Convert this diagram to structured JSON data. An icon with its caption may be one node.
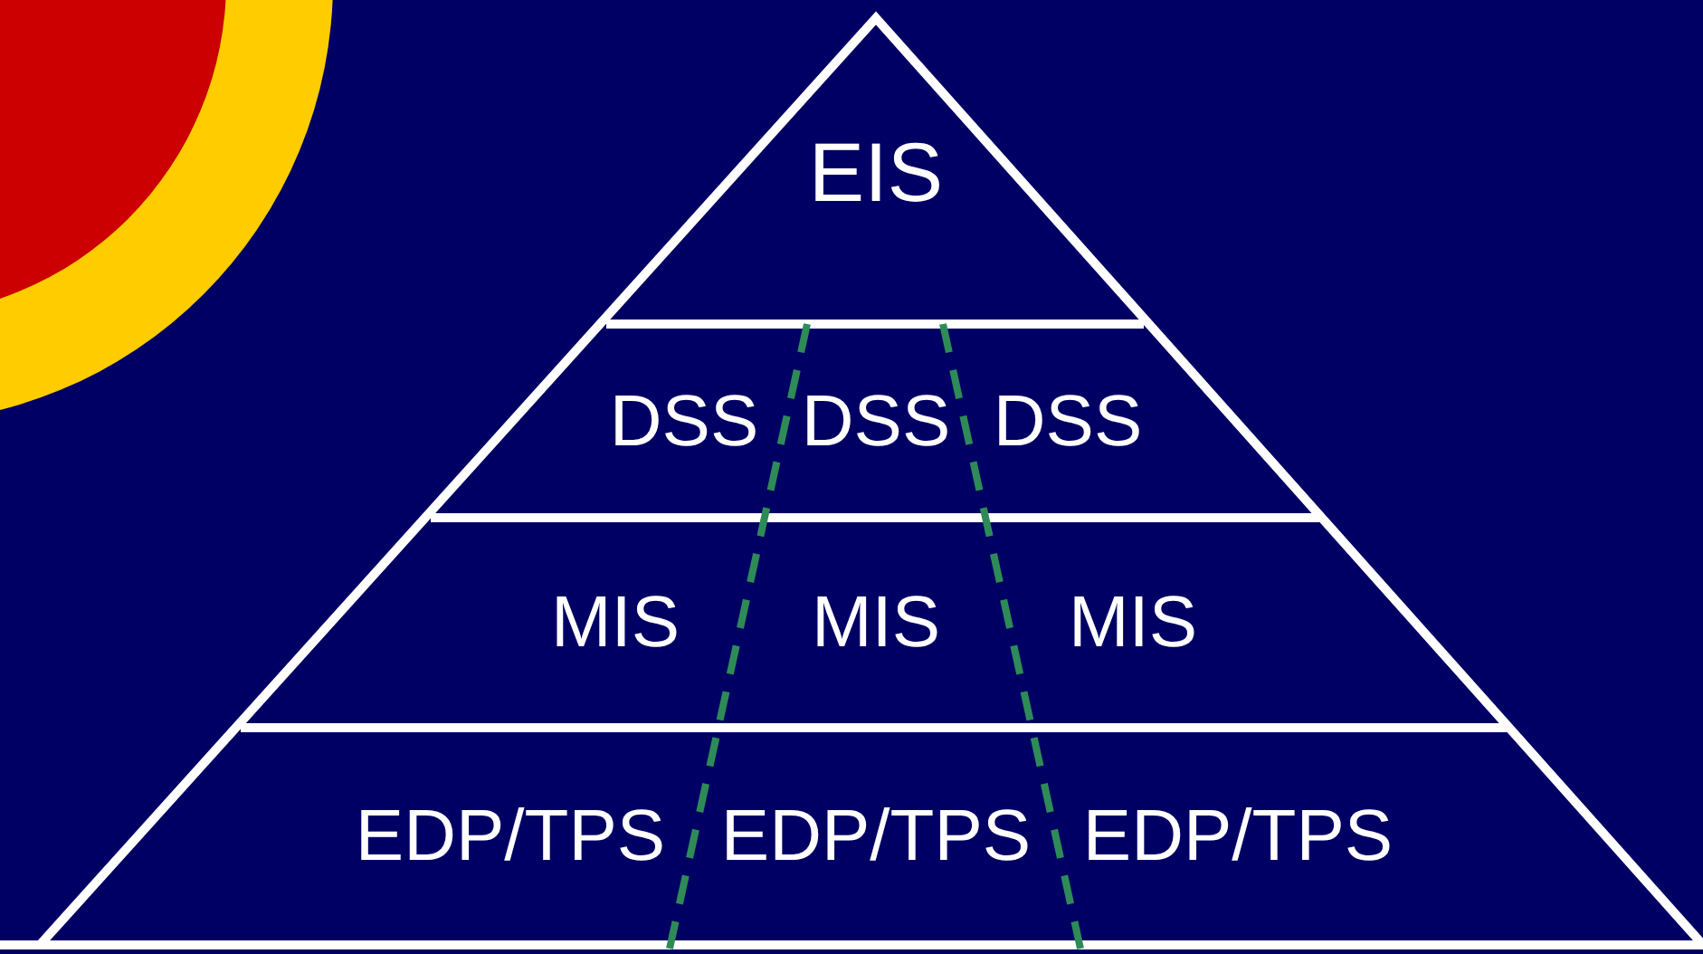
{
  "diagram": {
    "nodes": [
      {
        "text": [
          "EIS"
        ]
      },
      {
        "text": [
          "DSS"
        ]
      },
      {
        "text": [
          "DSS"
        ]
      },
      {
        "text": [
          "DSS"
        ]
      },
      {
        "text": [
          "MIS"
        ]
      },
      {
        "text": [
          "MIS"
        ]
      },
      {
        "text": [
          "MIS"
        ]
      },
      {
        "text": [
          "EDP/TPS"
        ]
      },
      {
        "text": [
          "EDP/TPS"
        ]
      },
      {
        "text": [
          "EDP/TPS"
        ]
      }
    ]
  }
}
